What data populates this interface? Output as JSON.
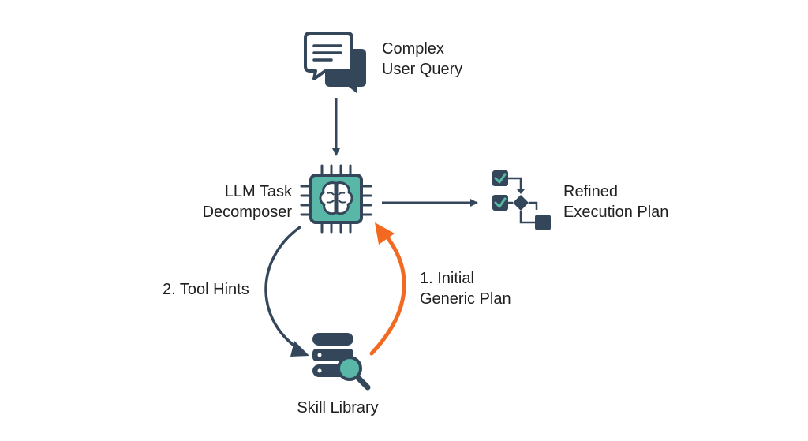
{
  "nodes": {
    "user_query": {
      "line1": "Complex",
      "line2": "User Query"
    },
    "decomposer": {
      "line1": "LLM Task",
      "line2": "Decomposer"
    },
    "execution_plan": {
      "line1": "Refined",
      "line2": "Execution Plan"
    },
    "skill_library": {
      "label": "Skill Library"
    }
  },
  "edges": {
    "tool_hints": {
      "label": "2. Tool Hints"
    },
    "initial_plan": {
      "line1": "1. Initial",
      "line2": "Generic Plan"
    }
  },
  "colors": {
    "ink": "#34475a",
    "teal": "#59b7a8",
    "orange": "#f26a21",
    "text": "#1f1f1f"
  },
  "icons": {
    "user_query": "chat-bubbles-icon",
    "decomposer": "brain-chip-icon",
    "execution_plan": "flowchart-checklist-icon",
    "skill_library": "database-search-icon"
  }
}
